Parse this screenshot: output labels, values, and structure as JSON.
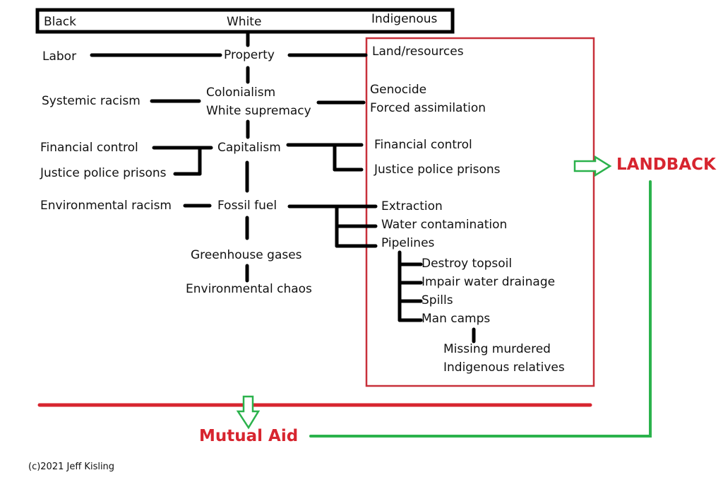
{
  "header": {
    "left": "Black",
    "center": "White",
    "right": "Indigenous"
  },
  "left_column": {
    "labor": "Labor",
    "systemic_racism": "Systemic racism",
    "financial_control": "Financial control",
    "justice": "Justice police prisons",
    "environmental_racism": "Environmental racism"
  },
  "center_column": {
    "property": "Property",
    "colonialism": "Colonialism",
    "white_supremacy": "White supremacy",
    "capitalism": "Capitalism",
    "fossil_fuel": "Fossil fuel",
    "greenhouse": "Greenhouse gases",
    "chaos": "Environmental chaos"
  },
  "right_column": {
    "land": "Land/resources",
    "genocide": "Genocide",
    "assimilation": "Forced assimilation",
    "financial_control": "Financial control",
    "justice": "Justice police prisons",
    "extraction": "Extraction",
    "water": "Water contamination",
    "pipelines": "Pipelines",
    "pipeline_effects": [
      "Destroy topsoil",
      "Impair water drainage",
      "Spills",
      "Man camps"
    ],
    "missing_line1": "Missing murdered",
    "missing_line2": "Indigenous relatives"
  },
  "outcomes": {
    "landback": "LANDBACK",
    "mutual_aid": "Mutual Aid"
  },
  "footer": {
    "copyright": "(c)2021 Jeff Kisling"
  },
  "colors": {
    "red": "#d7252f",
    "box_red": "#c8303a",
    "green": "#2bb24c",
    "black": "#000000"
  }
}
